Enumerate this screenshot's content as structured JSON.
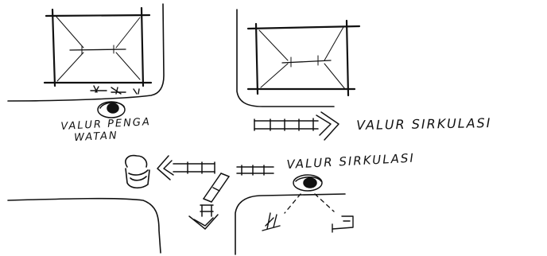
{
  "labels": {
    "pengawatan_line1": "VALUR PENGA",
    "pengawatan_line2": "WATAN",
    "sirkulasi_right": "VALUR SIRKULASI",
    "sirkulasi_center": "VALUR SIRKULASI"
  }
}
